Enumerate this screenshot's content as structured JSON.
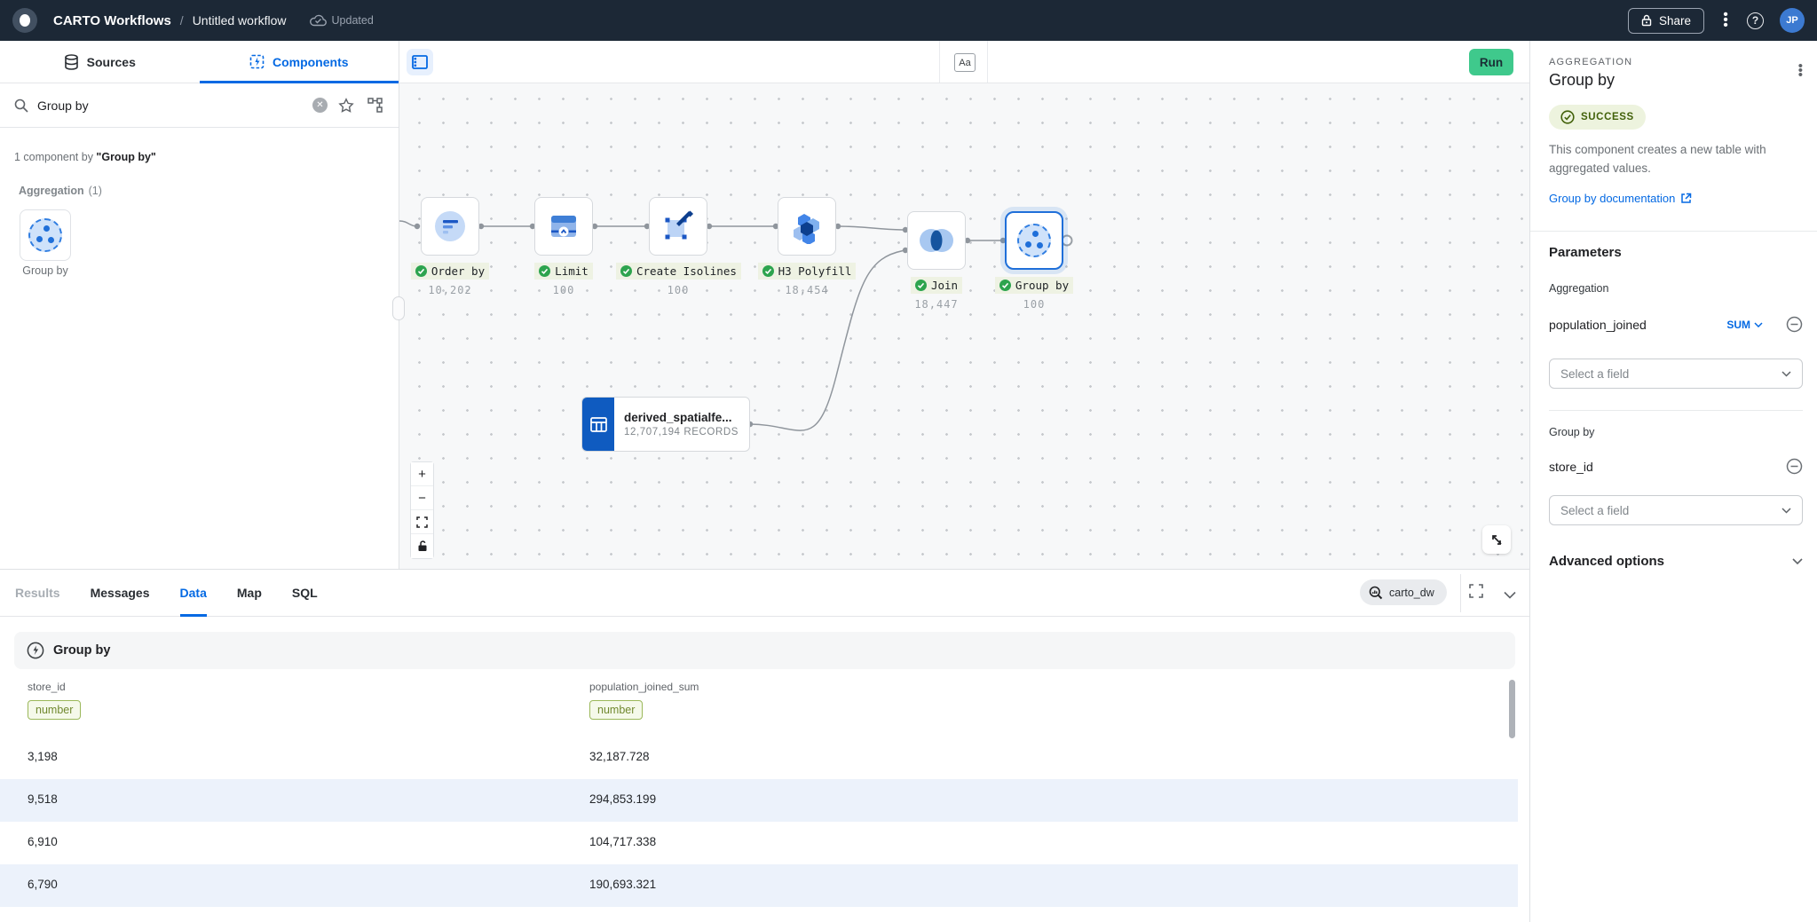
{
  "colors": {
    "accent_blue": "#0469e3",
    "run_green": "#3fc98c",
    "success_green": "#42610a",
    "topbar_bg": "#1c2836",
    "row_alt": "#ecf2fb"
  },
  "topbar": {
    "app_title": "CARTO Workflows",
    "separator": "/",
    "workflow_title": "Untitled workflow",
    "sync_status": "Updated",
    "share_label": "Share",
    "avatar_initials": "JP"
  },
  "left_panel": {
    "tab_sources": "Sources",
    "tab_components": "Components",
    "search_value": "Group by",
    "results_prefix": "1 component by ",
    "results_query": "\"Group by\"",
    "section_title": "Aggregation",
    "section_count": "(1)",
    "component_label": "Group by"
  },
  "toolbar": {
    "text_tool_label": "Aa",
    "run_label": "Run"
  },
  "canvas": {
    "nodes": [
      {
        "label": "Order by",
        "count": "10,202"
      },
      {
        "label": "Limit",
        "count": "100"
      },
      {
        "label": "Create Isolines",
        "count": "100"
      },
      {
        "label": "H3 Polyfill",
        "count": "18,454"
      },
      {
        "label": "Join",
        "count": "18,447"
      },
      {
        "label": "Group by",
        "count": "100"
      }
    ],
    "source_table": {
      "name": "derived_spatialfe...",
      "records": "12,707,194 RECORDS"
    }
  },
  "right_panel": {
    "category": "AGGREGATION",
    "title": "Group by",
    "status": "SUCCESS",
    "description": "This component creates a new table with aggregated values.",
    "doc_link": "Group by documentation",
    "parameters_title": "Parameters",
    "aggregation_label": "Aggregation",
    "aggregation_field": "population_joined",
    "aggregation_fn": "SUM",
    "select_placeholder": "Select a field",
    "group_by_label": "Group by",
    "group_by_field": "store_id",
    "advanced_label": "Advanced options"
  },
  "bottom_panel": {
    "tabs": [
      "Results",
      "Messages",
      "Data",
      "Map",
      "SQL"
    ],
    "active_tab": "Data",
    "connection": "carto_dw",
    "section_title": "Group by",
    "table": {
      "columns": [
        {
          "name": "store_id",
          "type": "number"
        },
        {
          "name": "population_joined_sum",
          "type": "number"
        }
      ],
      "rows": [
        [
          "3,198",
          "32,187.728"
        ],
        [
          "9,518",
          "294,853.199"
        ],
        [
          "6,910",
          "104,717.338"
        ],
        [
          "6,790",
          "190,693.321"
        ]
      ]
    }
  }
}
